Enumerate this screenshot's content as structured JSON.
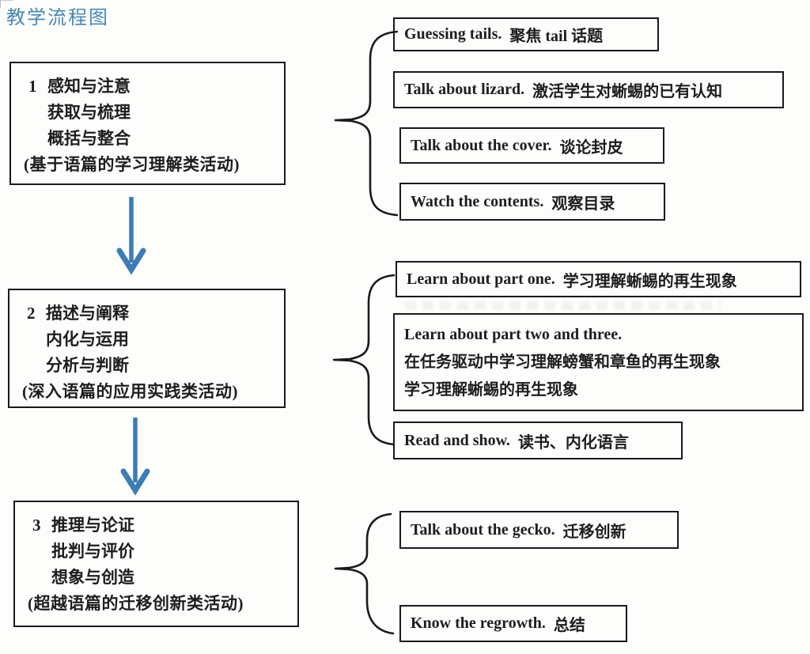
{
  "title": "教学流程图",
  "colors": {
    "title_blue": "#4788b5",
    "arrow_blue": "#3d7db4",
    "box_border": "#1a1a1a",
    "ink": "#1d1d1d",
    "page_bg": "#fdfdfb"
  },
  "stages": [
    {
      "number": "1",
      "line1": "感知与注意",
      "line2": "获取与梳理",
      "line3": "概括与整合",
      "note": "(基于语篇的学习理解类活动)"
    },
    {
      "number": "2",
      "line1": "描述与阐释",
      "line2": "内化与运用",
      "line3": "分析与判断",
      "note": "(深入语篇的应用实践类活动)"
    },
    {
      "number": "3",
      "line1": "推理与论证",
      "line2": "批判与评价",
      "line3": "想象与创造",
      "note": "(超越语篇的迁移创新类活动)"
    }
  ],
  "steps": {
    "s1a": {
      "en": "Guessing tails.",
      "zh": "聚焦 tail 话题"
    },
    "s1b": {
      "en": "Talk about lizard.",
      "zh": "激活学生对蜥蜴的已有认知"
    },
    "s1c": {
      "en": "Talk about the cover.",
      "zh": "谈论封皮"
    },
    "s1d": {
      "en": "Watch the contents.",
      "zh": "观察目录"
    },
    "s2a": {
      "en": "Learn about part one.",
      "zh": "学习理解蜥蜴的再生现象"
    },
    "s2b": {
      "en": "Learn about part two and three.",
      "zh1": "在任务驱动中学习理解螃蟹和章鱼的再生现象",
      "zh2": "学习理解蜥蜴的再生现象"
    },
    "s2c": {
      "en": "Read and show.",
      "zh": "读书、内化语言"
    },
    "s3a": {
      "en": "Talk about the gecko.",
      "zh": "迁移创新"
    },
    "s3b": {
      "en": "Know the regrowth.",
      "zh": "总结"
    }
  }
}
